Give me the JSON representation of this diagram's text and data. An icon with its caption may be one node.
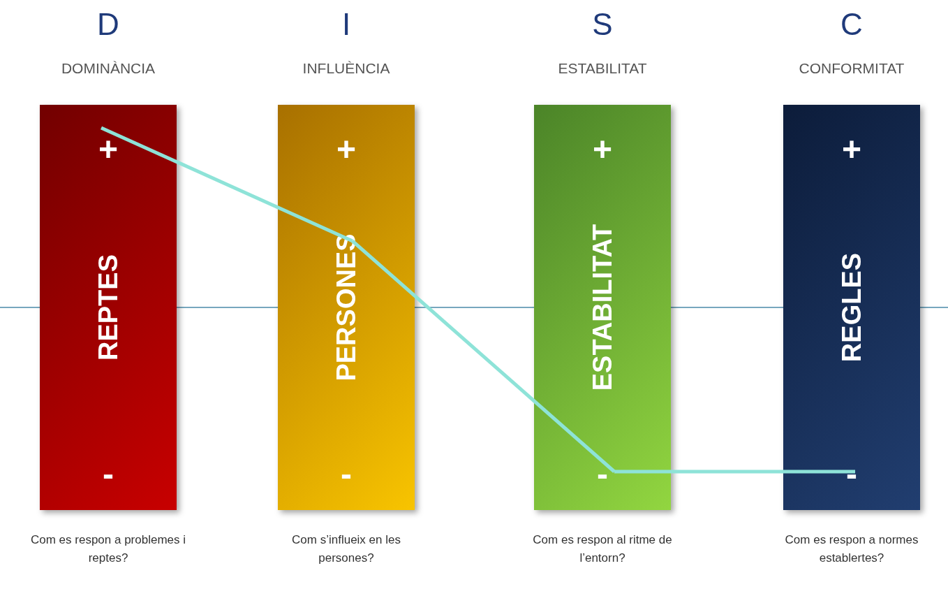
{
  "diagram": {
    "nodes": [
      {
        "text": [
          "D",
          "DOMINÀNCIA",
          "+",
          "REPTES",
          "-"
        ],
        "beside": [
          "Com es respon a problemes i reptes?"
        ]
      },
      {
        "text": [
          "I",
          "INFLUÈNCIA",
          "+",
          "PERSONES",
          "-"
        ],
        "beside": [
          "Com s’influeix en les persones?"
        ]
      },
      {
        "text": [
          "S",
          "ESTABILITAT",
          "+",
          "ESTABILITAT",
          "-"
        ],
        "beside": [
          "Com es respon al ritme de l’entorn?"
        ]
      },
      {
        "text": [
          "C",
          "CONFORMITAT",
          "+",
          "REGLES",
          "-"
        ],
        "beside": [
          "Com es respon a normes establertes?"
        ]
      }
    ],
    "edges": [
      {
        "from": 0,
        "to": 1,
        "arrow": "none",
        "color": "#8ee3d8"
      },
      {
        "from": 1,
        "to": 2,
        "arrow": "none",
        "color": "#8ee3d8"
      },
      {
        "from": 2,
        "to": 3,
        "arrow": "none",
        "color": "#8ee3d8"
      }
    ]
  }
}
